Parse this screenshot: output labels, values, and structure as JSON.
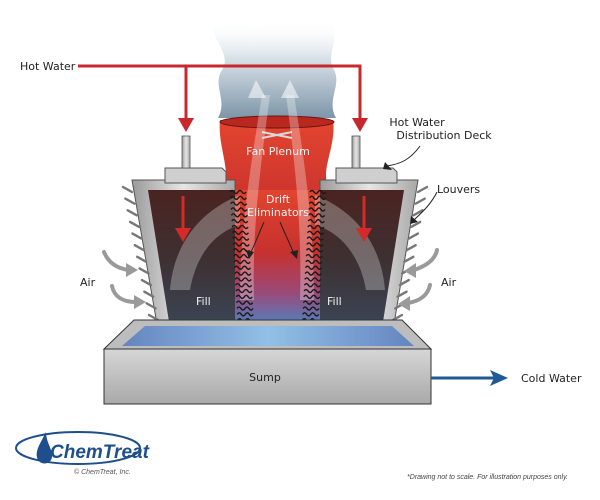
{
  "diagram": {
    "title": "Cooling Tower Diagram",
    "labels": {
      "hot_water": "Hot Water",
      "hot_water_deck_line1": "Hot Water",
      "hot_water_deck_line2": "Distribution Deck",
      "louvers": "Louvers",
      "fan_plenum": "Fan Plenum",
      "drift_line1": "Drift",
      "drift_line2": "Eliminators",
      "air_left": "Air",
      "air_right": "Air",
      "fill_left": "Fill",
      "fill_right": "Fill",
      "sump": "Sump",
      "cold_water": "Cold Water"
    },
    "colors": {
      "hot_water_pipe": "#c8282d",
      "cold_water_pipe": "#1f5a94",
      "plenum_red": "#d8382a",
      "fill_dark": "#3b2a2a",
      "steel_gray": "#c7c7c7",
      "air_arrow": "#9a9a9a"
    }
  },
  "footer": {
    "logo_text": "ChemTreat",
    "copyright": "© ChemTreat, Inc.",
    "disclaimer": "*Drawing not to scale. For illustration purposes only."
  }
}
